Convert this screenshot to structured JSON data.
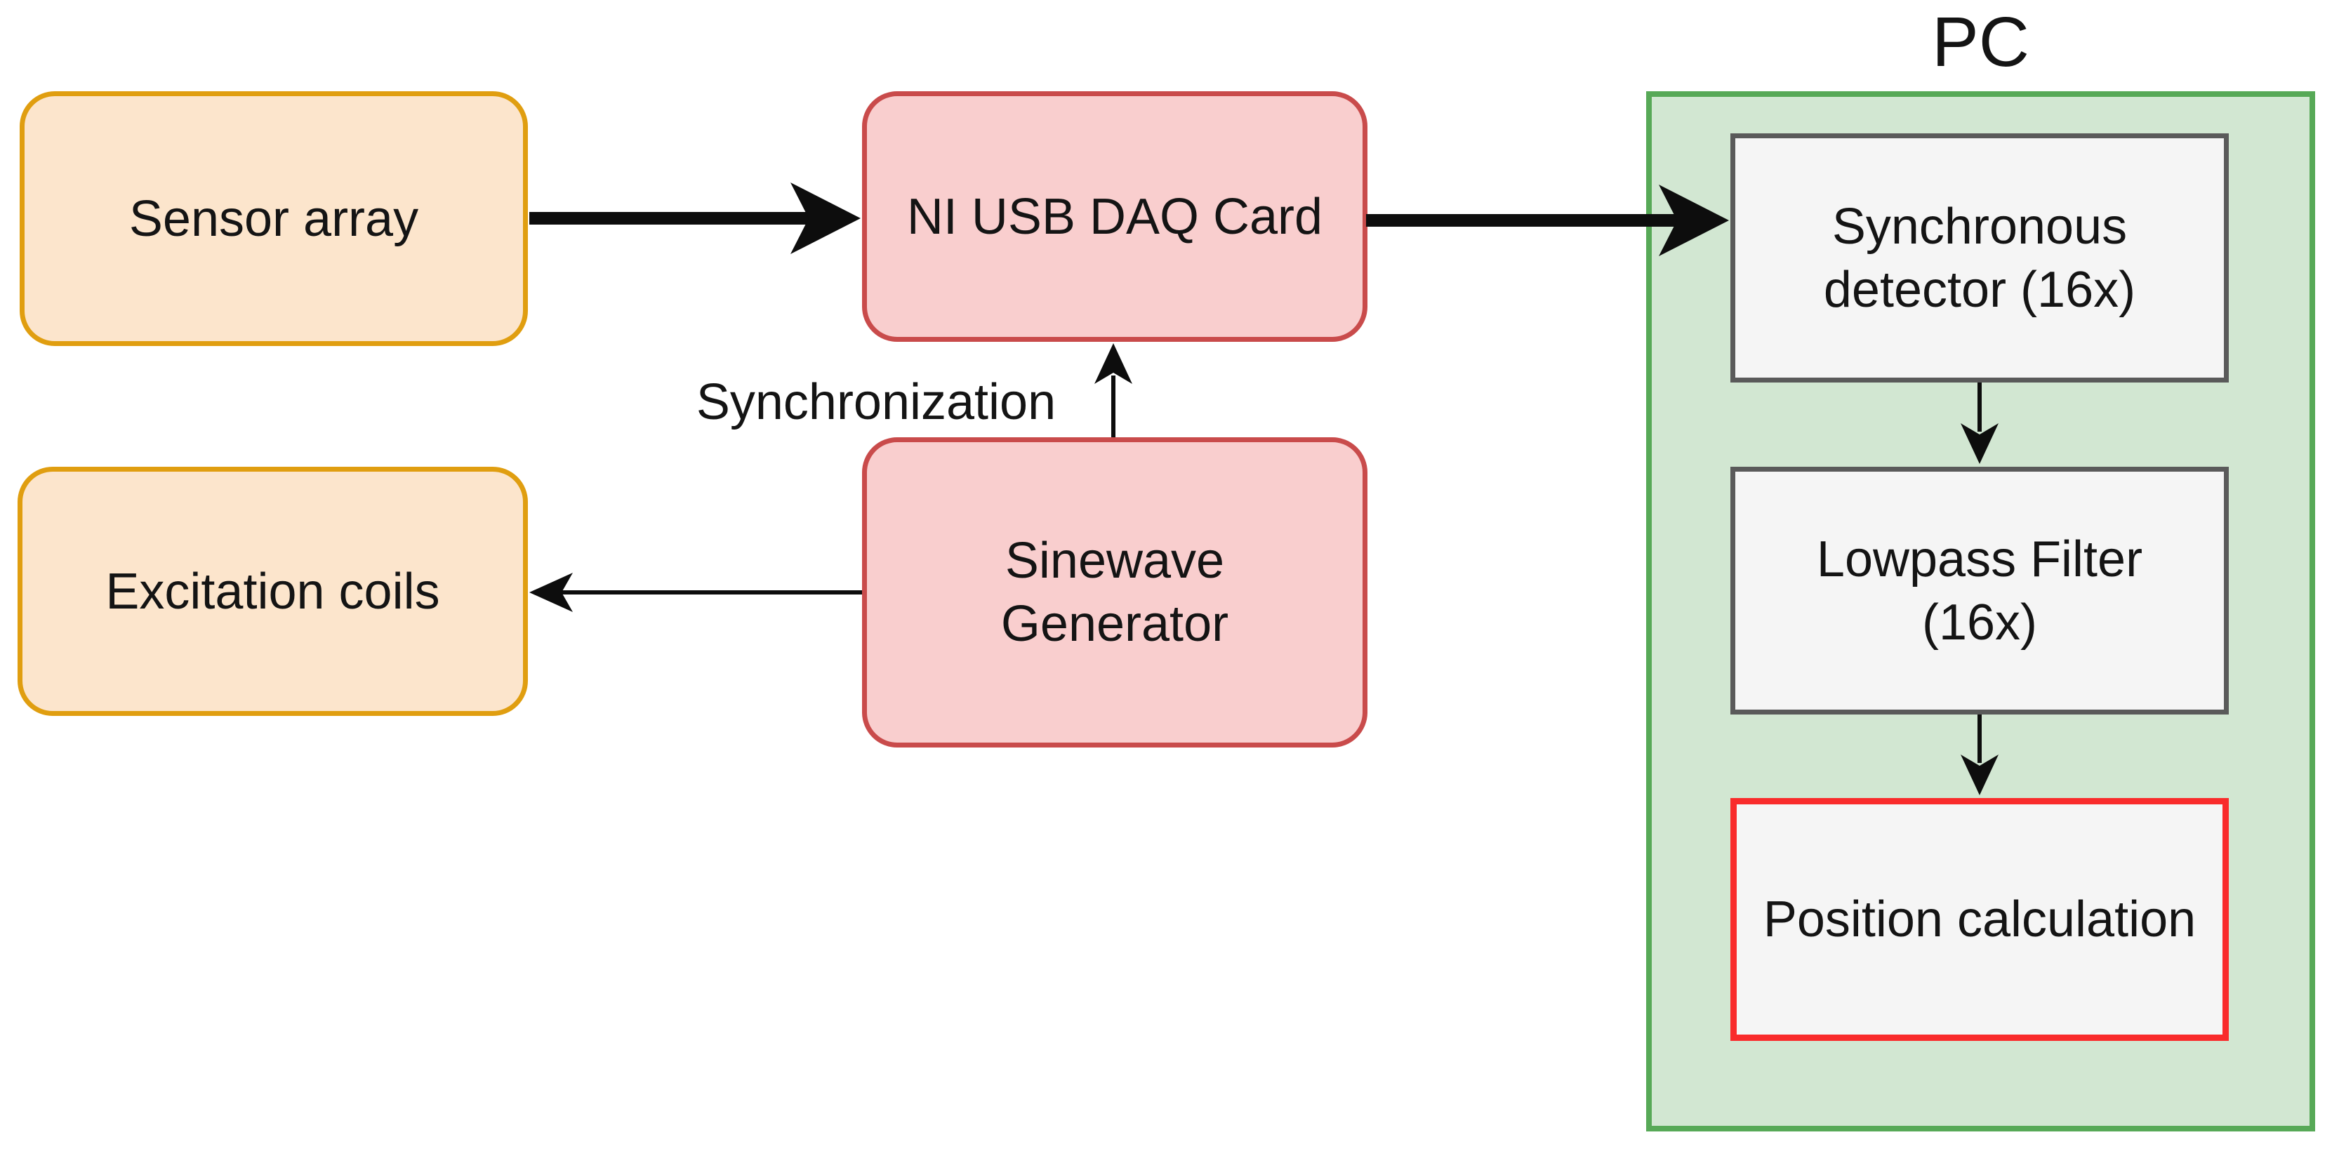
{
  "diagram": {
    "container_title": "PC",
    "nodes": {
      "sensor_array": "Sensor array",
      "excitation_coils": "Excitation coils",
      "daq_card": "NI USB DAQ Card",
      "sinewave_generator": "Sinewave\nGenerator",
      "sync_detector": "Synchronous\ndetector (16x)",
      "lowpass_filter": "Lowpass Filter\n(16x)",
      "position_calculation": "Position calculation"
    },
    "edge_labels": {
      "synchronization": "Synchronization"
    },
    "colors": {
      "orange-fill": "#FCE5CC",
      "orange-stroke": "#E09E10",
      "pink-fill": "#F9CECE",
      "pink-stroke": "#C94B4B",
      "green-fill": "#D2E7D2",
      "green-stroke": "#57A957",
      "gray-fill": "#F5F5F5",
      "gray-stroke": "#5A5A5A",
      "red-stroke": "#F92B2B",
      "arrow": "#0D0D0D",
      "text": "#141414"
    }
  }
}
